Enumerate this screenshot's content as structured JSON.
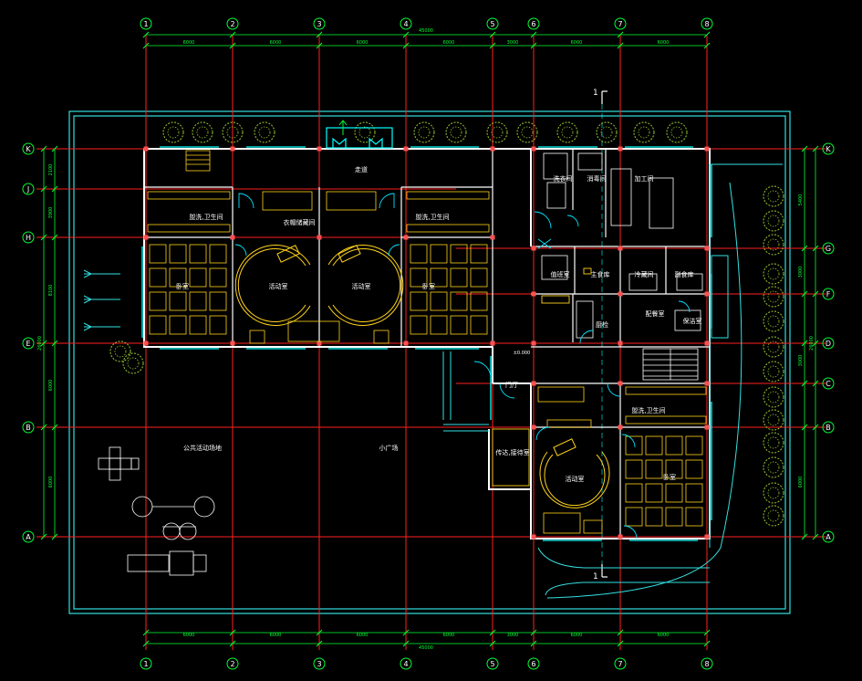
{
  "colors": {
    "background": "#000000",
    "axis": "#ff2020",
    "wall": "#ffffff",
    "window": "#00ffff",
    "furniture": "#ffd21a",
    "room_text": "#ffffff",
    "dimension": "#00ff33",
    "site": "#33e0e0",
    "tree": "#9acd32",
    "door": "#00e5ff"
  },
  "grid_columns": [
    "1",
    "2",
    "3",
    "4",
    "5",
    "6",
    "7",
    "8"
  ],
  "grid_rows_left": [
    "K",
    "J",
    "H",
    "E",
    "B",
    "A"
  ],
  "grid_rows_right": [
    "K",
    "G",
    "F",
    "D",
    "C",
    "B",
    "A"
  ],
  "dimensions": {
    "total": "45000",
    "top_segments": [
      "6000",
      "6000",
      "6000",
      "6000",
      "3000",
      "6000",
      "6000"
    ],
    "bottom_segments": [
      "6000",
      "6000",
      "6000",
      "6000",
      "3000",
      "6000",
      "6000"
    ],
    "left_segments": [
      "2100",
      "3900",
      "8100",
      "6000",
      "6000"
    ],
    "left_total": "26000",
    "right_segments": [
      "5400",
      "3000",
      "3000",
      "6000"
    ],
    "right_total": "26000"
  },
  "section_marks": [
    "1",
    "1"
  ],
  "level_mark": "±0.000",
  "rooms": {
    "corridor": "走道",
    "wash_left": "盥洗,卫生间",
    "cloak": "衣帽储藏间",
    "wash_mid": "盥洗,卫生间",
    "bedroom_left": "卧室",
    "activity_1": "活动室",
    "activity_2": "活动室",
    "bedroom_mid": "卧室",
    "laundry": "洗衣间",
    "disinfect": "消毒间",
    "processing": "加工间",
    "staff_room": "值班室",
    "main_store": "主食库",
    "cold_store": "冷藏间",
    "side_store": "副食库",
    "kitchen": "厨检",
    "dispatch": "配餐室",
    "sanitation": "保洁室",
    "hall": "门厅",
    "reception": "传达,接待室",
    "wash_right": "盥洗,卫生间",
    "activity_3": "活动室",
    "bedroom_right": "卧室",
    "public_area": "公共活动场地",
    "plaza": "小广场"
  }
}
